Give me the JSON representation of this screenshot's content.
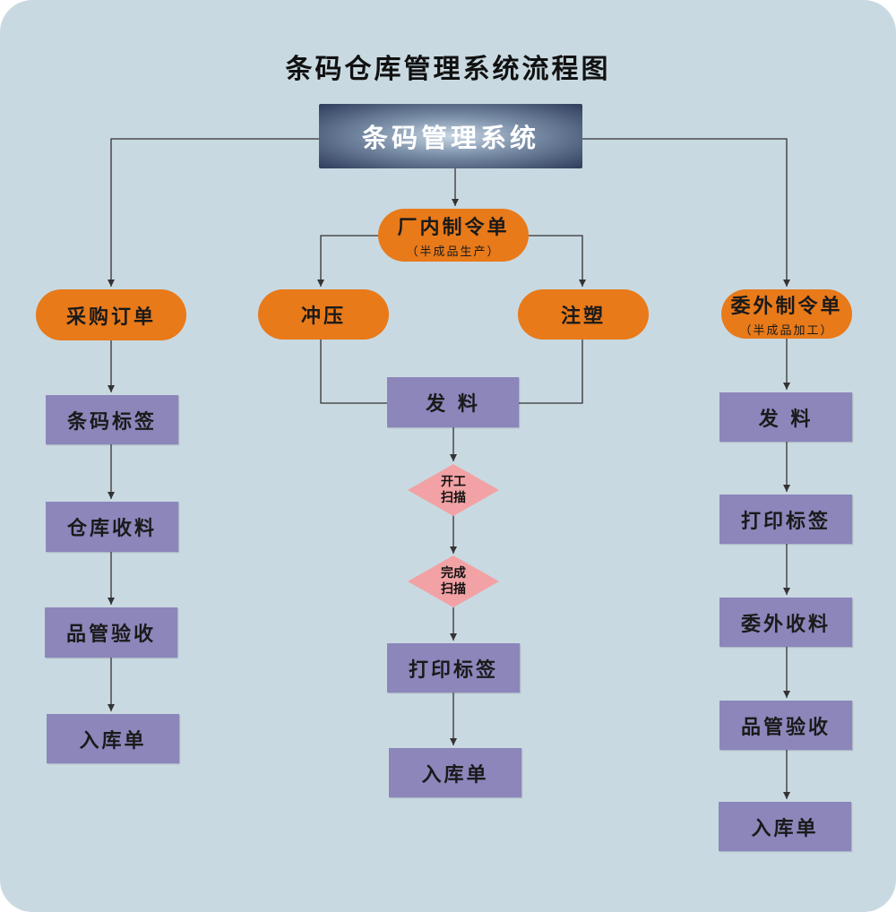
{
  "title": "条码仓库管理系统流程图",
  "root": "条码管理系统",
  "center": {
    "order": "厂内制令单",
    "order_sub": "（半成品生产）",
    "stamping": "冲压",
    "injection": "注塑",
    "issue": "发 料",
    "start_scan": [
      "开工",
      "扫描"
    ],
    "finish_scan": [
      "完成",
      "扫描"
    ],
    "print_label": "打印标签",
    "warehouse_entry": "入库单"
  },
  "left": {
    "order": "采购订单",
    "barcode_label": "条码标签",
    "receive": "仓库收料",
    "inspect": "品管验收",
    "warehouse_entry": "入库单"
  },
  "right": {
    "order": "委外制令单",
    "order_sub": "（半成品加工）",
    "issue": "发 料",
    "print_label": "打印标签",
    "receive": "委外收料",
    "inspect": "品管验收",
    "warehouse_entry": "入库单"
  },
  "colors": {
    "background": "#c9d9e1",
    "pill": "#e87a1a",
    "box": "#8c86bb",
    "diamond": "#f2a2a4",
    "line": "#333333"
  }
}
